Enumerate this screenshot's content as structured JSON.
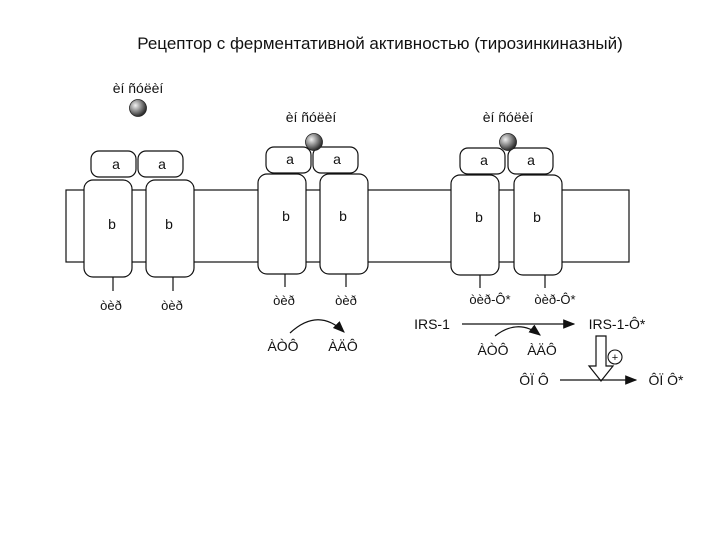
{
  "title": "Рецептор с ферментативной активностью (тирозинкиназный)",
  "receptors": [
    {
      "ligand_label": "èí ñóëèí",
      "subunit_a": [
        "a",
        "a"
      ],
      "subunit_b": [
        "b",
        "b"
      ],
      "tails": [
        "òèð",
        "òèð"
      ]
    },
    {
      "ligand_label": "èí ñóëèí",
      "subunit_a": [
        "a",
        "a"
      ],
      "subunit_b": [
        "b",
        "b"
      ],
      "tails": [
        "òèð",
        "òèð"
      ],
      "reaction": {
        "from": "ÀÒÔ",
        "to": "ÀÄÔ"
      }
    },
    {
      "ligand_label": "èí ñóëèí",
      "subunit_a": [
        "a",
        "a"
      ],
      "subunit_b": [
        "b",
        "b"
      ],
      "tails": [
        "òèð-Ô*",
        "òèð-Ô*"
      ]
    }
  ],
  "cascade": {
    "irs": "IRS-1",
    "irs_p": "IRS-1-Ô*",
    "atp": "ÀÒÔ",
    "adp": "ÀÄÔ",
    "plus": "+",
    "target": "ÔÏ Ô",
    "target_p": "ÔÏ Ô*"
  }
}
